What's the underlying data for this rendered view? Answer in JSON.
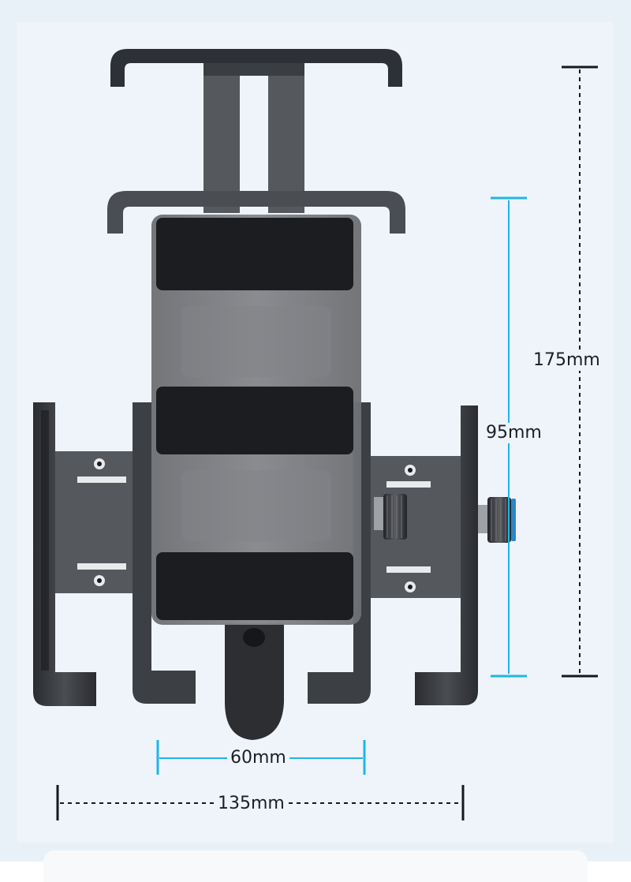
{
  "dimensions": {
    "total_height": "175mm",
    "phone_height": "95mm",
    "inner_width": "60mm",
    "total_width": "135mm"
  },
  "colors": {
    "background": "#eef4fa",
    "accent_line": "#1fb6e8",
    "dark_line": "#15191f",
    "device_dark": "#3a3d42",
    "phone_plate": "#7a7c80",
    "rubber_pad": "#1c1d20"
  }
}
